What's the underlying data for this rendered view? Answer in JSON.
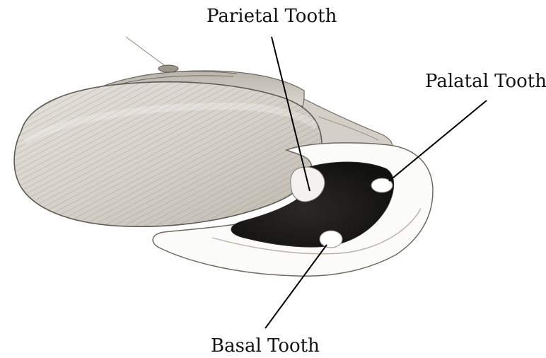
{
  "labels": {
    "parietal": "Parietal Tooth",
    "palatal": "Palatal Tooth",
    "basal": "Basal Tooth"
  },
  "colors": {
    "shell_light": "#e9e7e2",
    "shell_mid": "#cfcbc3",
    "shell_dark": "#8d8880",
    "aperture_dark": "#1d1c1b",
    "lip_white": "#fbfbf9",
    "leader_line": "#000000"
  }
}
